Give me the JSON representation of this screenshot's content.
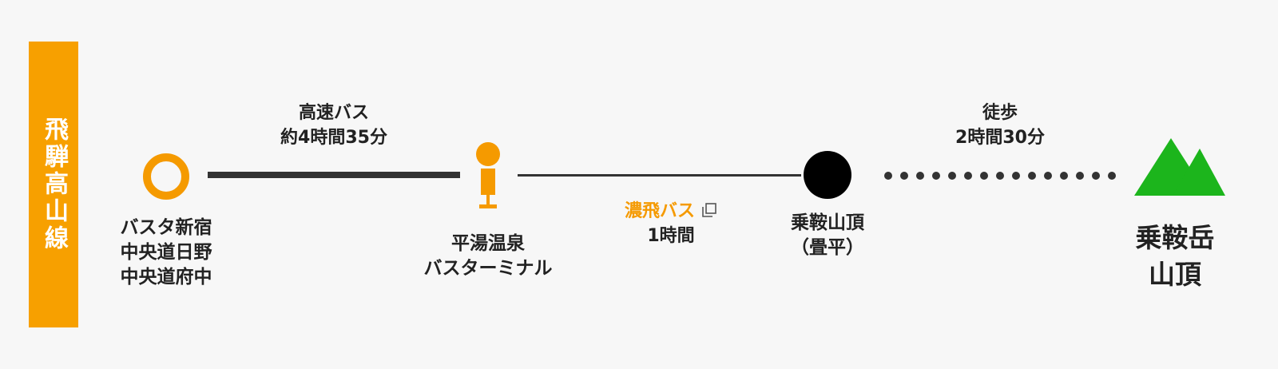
{
  "line_name": "飛騨高山線",
  "stops": [
    {
      "name": "バスタ新宿\n中央道日野\n中央道府中"
    },
    {
      "name": "平湯温泉\nバスターミナル"
    },
    {
      "name": "乗鞍山頂\n（畳平）"
    },
    {
      "name": "乗鞍岳\n山頂"
    }
  ],
  "segments": [
    {
      "mode": "高速バス",
      "duration": "約4時間35分"
    },
    {
      "mode": "濃飛バス",
      "duration": "1時間"
    },
    {
      "mode": "徒歩",
      "duration": "2時間30分"
    }
  ],
  "colors": {
    "accent": "#f59a00",
    "mountain": "#1cb51c",
    "line": "#333333"
  },
  "icons": {
    "copy": "copy-icon",
    "mountain": "mountain-icon"
  }
}
